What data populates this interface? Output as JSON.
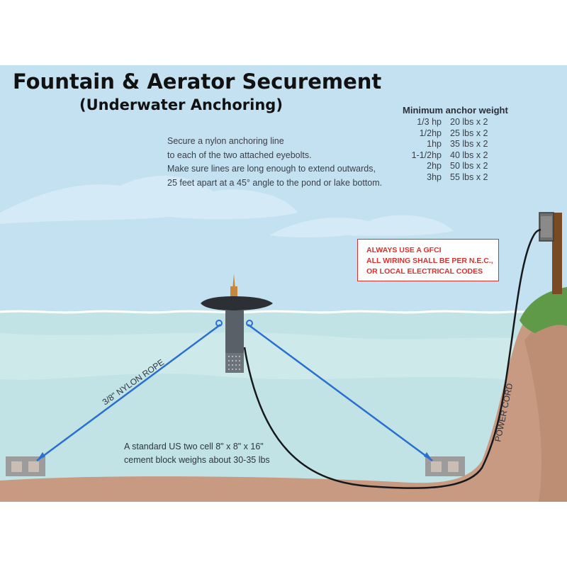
{
  "title": "Fountain & Aerator Securement",
  "subtitle": "(Underwater Anchoring)",
  "instructions": [
    "Secure a nylon anchoring line",
    "to each of the two attached eyebolts.",
    "Make sure lines are long enough to extend outwards,",
    "25 feet apart at a 45° angle to the pond or lake bottom."
  ],
  "anchor_table": {
    "title": "Minimum anchor weight",
    "rows": [
      {
        "hp": "1/3 hp",
        "weight": "20 lbs x 2"
      },
      {
        "hp": "1/2hp",
        "weight": "25 lbs x 2"
      },
      {
        "hp": "1hp",
        "weight": "35 lbs x 2"
      },
      {
        "hp": "1-1/2hp",
        "weight": "40 lbs x 2"
      },
      {
        "hp": "2hp",
        "weight": "50 lbs x 2"
      },
      {
        "hp": "3hp",
        "weight": "55 lbs x 2"
      }
    ]
  },
  "warning": [
    "ALWAYS USE A GFCI",
    "ALL WIRING SHALL BE PER N.E.C.,",
    "OR LOCAL ELECTRICAL CODES"
  ],
  "labels": {
    "rope": "3/8\" NYLON ROPE",
    "power_cord": "POWER CORD"
  },
  "block_note": [
    "A standard US two cell 8\" x 8\" x 16\"",
    "cement block weighs about 30-35 lbs"
  ],
  "colors": {
    "sky": "#c3e1f1",
    "water": "#c1e3e5",
    "ground": "#c99a82",
    "rope": "#2a6fd1",
    "cord": "#16181c",
    "grass": "#5e9a48",
    "warning": "#d8302c"
  }
}
